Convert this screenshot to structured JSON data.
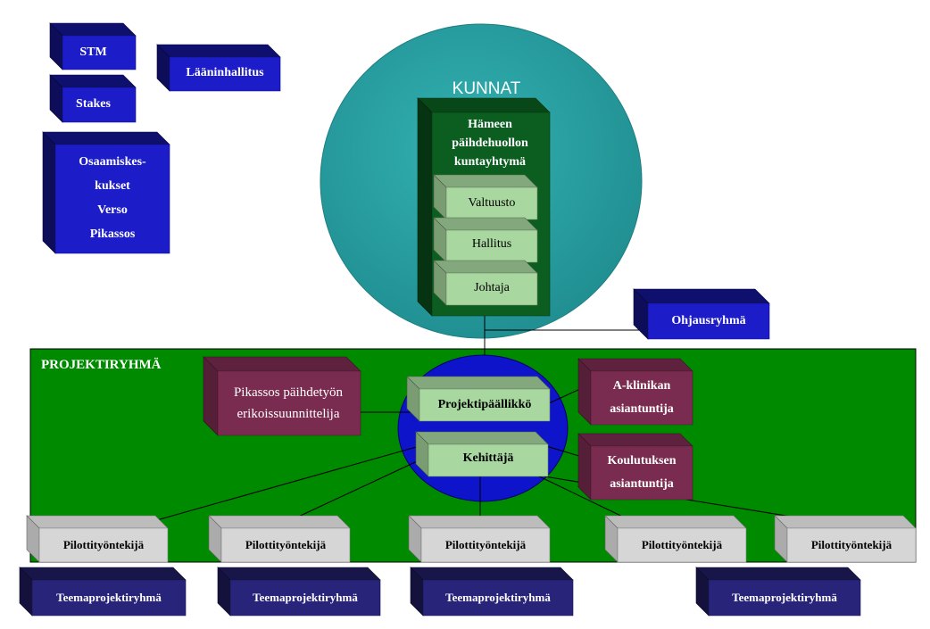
{
  "colors": {
    "blue_box": "#1c1cc8",
    "teal_circle": "#2aa3a5",
    "green_tower": "#0b5e20",
    "light_green_box": "#a8d8a0",
    "project_green": "#008a00",
    "project_ellipse": "#0d14c9",
    "maroon_box": "#7a2c50",
    "grey_box": "#d6d6d6",
    "navy_box": "#28247a"
  },
  "top_boxes": {
    "stm": "STM",
    "laaninhallitus": "Lääninhallitus",
    "stakes": "Stakes",
    "osaamiskeskukset": [
      "Osaamiskes-",
      "kukset",
      "Verso",
      "Pikassos"
    ]
  },
  "kunnat": {
    "label": "KUNNAT",
    "organization": [
      "Hämeen",
      "päihdehuollon",
      "kuntayhtymä"
    ],
    "valtuusto": "Valtuusto",
    "hallitus": "Hallitus",
    "johtaja": "Johtaja"
  },
  "ohjausryhma": "Ohjausryhmä",
  "projektiryhma": {
    "label": "PROJEKTIRYHMÄ",
    "projektipaallikko": "Projektipäällikkö",
    "kehittaja": "Kehittäjä",
    "pikassos": [
      "Pikassos päihdetyön",
      "erikoissuunnittelija"
    ],
    "a_klinikka": [
      "A-klinikan",
      "asiantuntija"
    ],
    "koulutus": [
      "Koulutuksen",
      "asiantuntija"
    ]
  },
  "pilotit": [
    "Pilottityöntekijä",
    "Pilottityöntekijä",
    "Pilottityöntekijä",
    "Pilottityöntekijä",
    "Pilottityöntekijä"
  ],
  "teemat": [
    "Teemaprojektiryhmä",
    "Teemaprojektiryhmä",
    "Teemaprojektiryhmä",
    "Teemaprojektiryhmä"
  ]
}
